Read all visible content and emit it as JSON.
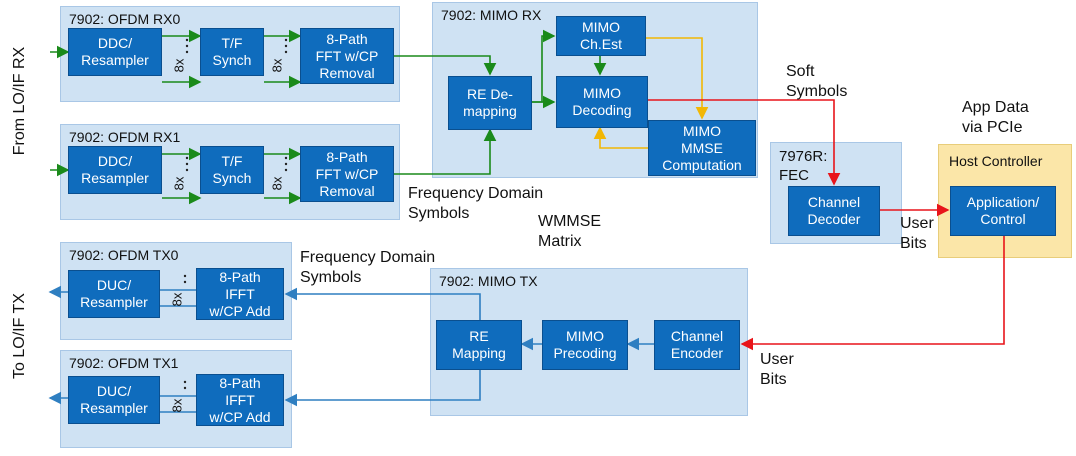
{
  "side_labels": {
    "rx": "From LO/IF RX",
    "tx": "To LO/IF TX"
  },
  "groups": {
    "rx0": "7902: OFDM RX0",
    "rx1": "7902: OFDM RX1",
    "mimo_rx": "7902: MIMO RX",
    "fec": "7976R:\nFEC",
    "host": "Host Controller",
    "tx0": "7902: OFDM TX0",
    "tx1": "7902: OFDM TX1",
    "mimo_tx": "7902: MIMO TX"
  },
  "blocks": {
    "rx0_ddc": "DDC/\nResampler",
    "rx0_tf": "T/F\nSynch",
    "rx0_fft": "8-Path\nFFT w/CP\nRemoval",
    "rx1_ddc": "DDC/\nResampler",
    "rx1_tf": "T/F\nSynch",
    "rx1_fft": "8-Path\nFFT w/CP\nRemoval",
    "re_demap": "RE De-\nmapping",
    "chest": "MIMO\nCh.Est",
    "decoding": "MIMO\nDecoding",
    "mmse": "MIMO\nMMSE\nComputation",
    "ch_decoder": "Channel\nDecoder",
    "app": "Application/\nControl",
    "tx0_duc": "DUC/\nResampler",
    "tx0_ifft": "8-Path\nIFFT\nw/CP Add",
    "tx1_duc": "DUC/\nResampler",
    "tx1_ifft": "8-Path\nIFFT\nw/CP Add",
    "re_map": "RE\nMapping",
    "precoding": "MIMO\nPrecoding",
    "ch_encoder": "Channel\nEncoder"
  },
  "labels": {
    "soft_symbols": "Soft\nSymbols",
    "app_data": "App Data\nvia PCIe",
    "fd_symbols_rx": "Frequency Domain\nSymbols",
    "wmmse": "WMMSE\nMatrix",
    "user_bits_rx": "User\nBits",
    "fd_symbols_tx": "Frequency Domain\nSymbols",
    "user_bits_tx": "User\nBits",
    "path_count": "8x"
  },
  "colors": {
    "rx_path": "#1a8a1a",
    "tx_path": "#2f7fc1",
    "red_path": "#e8141a",
    "orange_path": "#f2b705",
    "block": "#0f6cbd",
    "group_bg": "#cfe2f3",
    "host_bg": "#fbe6a8"
  }
}
